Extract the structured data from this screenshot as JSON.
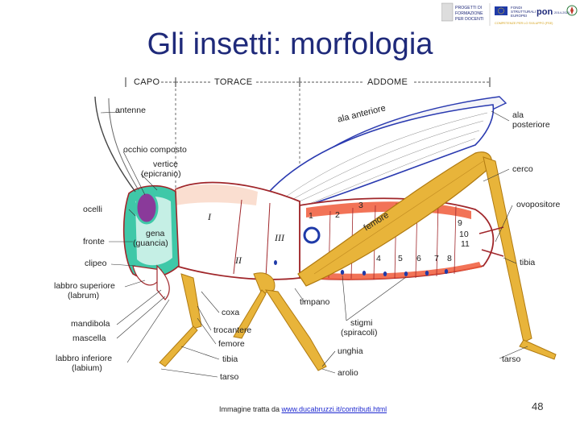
{
  "title": "Gli insetti: morfologia",
  "logos": {
    "miur_text": [
      "PROGETTI DI",
      "FORMAZIONE",
      "PER DOCENTI"
    ],
    "fondi_text": [
      "FONDI",
      "STRUTTURALI",
      "EUROPEI"
    ],
    "pon_text": "pon",
    "pon_sub": "2014-2020",
    "bottom_text": "COMPETENZE PER LO SVILUPPO (FSE)"
  },
  "segments": {
    "capo": "CAPO",
    "torace": "TORACE",
    "addome": "ADDOME"
  },
  "labels_left": {
    "antenne": "antenne",
    "occhio_composto": "occhio composto",
    "vertice_1": "vertice",
    "vertice_2": "(epicranio)",
    "ocelli": "ocelli",
    "fronte": "fronte",
    "gena_1": "gena",
    "gena_2": "(guancia)",
    "clipeo": "clipeo",
    "labbro_sup_1": "labbro superiore",
    "labbro_sup_2": "(labrum)",
    "mandibola": "mandibola",
    "mascella": "mascella",
    "labbro_inf_1": "labbro inferiore",
    "labbro_inf_2": "(labium)"
  },
  "labels_bottom": {
    "coxa": "coxa",
    "trocantere": "trocantere",
    "femore": "femore",
    "tibia": "tibia",
    "tarso": "tarso",
    "timpano": "timpano",
    "stigmi_1": "stigmi",
    "stigmi_2": "(spiracoli)",
    "unghia": "unghia",
    "arolio": "arolio"
  },
  "labels_right": {
    "ala_posteriore_1": "ala",
    "ala_posteriore_2": "posteriore",
    "cerco": "cerco",
    "ovopositore": "ovopositore",
    "tibia": "tibia",
    "tarso": "tarso"
  },
  "labels_body": {
    "ala_anteriore": "ala anteriore",
    "femore": "femore",
    "thorax_1": "I",
    "thorax_2": "II",
    "thorax_3": "III",
    "abd": [
      "1",
      "2",
      "3",
      "4",
      "5",
      "6",
      "7",
      "8",
      "9",
      "10",
      "11"
    ]
  },
  "footer": {
    "prefix": "Immagine tratta da ",
    "link": "www.ducabruzzi.it/contributi.html"
  },
  "page_number": "48",
  "colors": {
    "title": "#1f2a7a",
    "body_outline": "#a0262a",
    "abdomen_fill": "#f05a3a",
    "head_fill": "#3fc8a8",
    "eye_fill": "#8a3a9a",
    "leg_fill": "#e8b43a",
    "wing_outline": "#2a3ab0",
    "spiracle": "#1f3aa8"
  }
}
